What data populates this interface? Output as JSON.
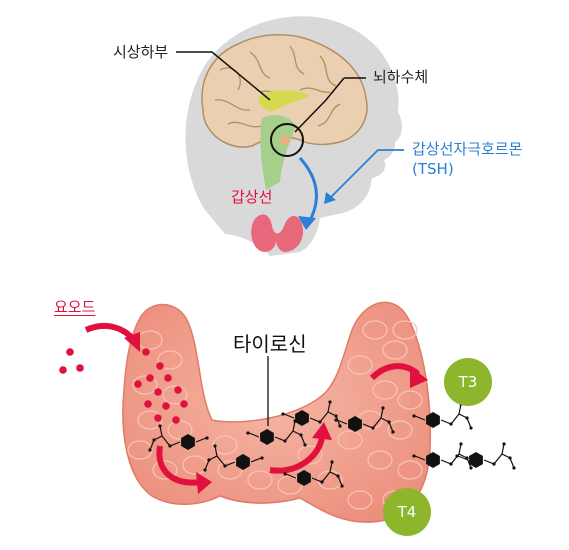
{
  "labels": {
    "hypothalamus": "시상하부",
    "pituitary": "뇌하수체",
    "tsh_line1": "갑상선자극호르몬",
    "tsh_line2": "(TSH)",
    "thyroid": "갑상선",
    "iodine": "요오드",
    "tyrosine": "타이로신",
    "t3": "T3",
    "t4": "T4"
  },
  "colors": {
    "head": "#d9d9d9",
    "brain": "#ead0b0",
    "brain_outline": "#b28e66",
    "hypothalamus": "#d6d84e",
    "brainstem": "#a6cf8c",
    "thyroid": "#f2a18e",
    "thyroid_outline": "#e07a69",
    "iodine": "#e0103f",
    "arrow_red": "#e0103f",
    "arrow_blue": "#2b7fd6",
    "hormone_badge": "#8db62d",
    "molecule": "#111111"
  }
}
